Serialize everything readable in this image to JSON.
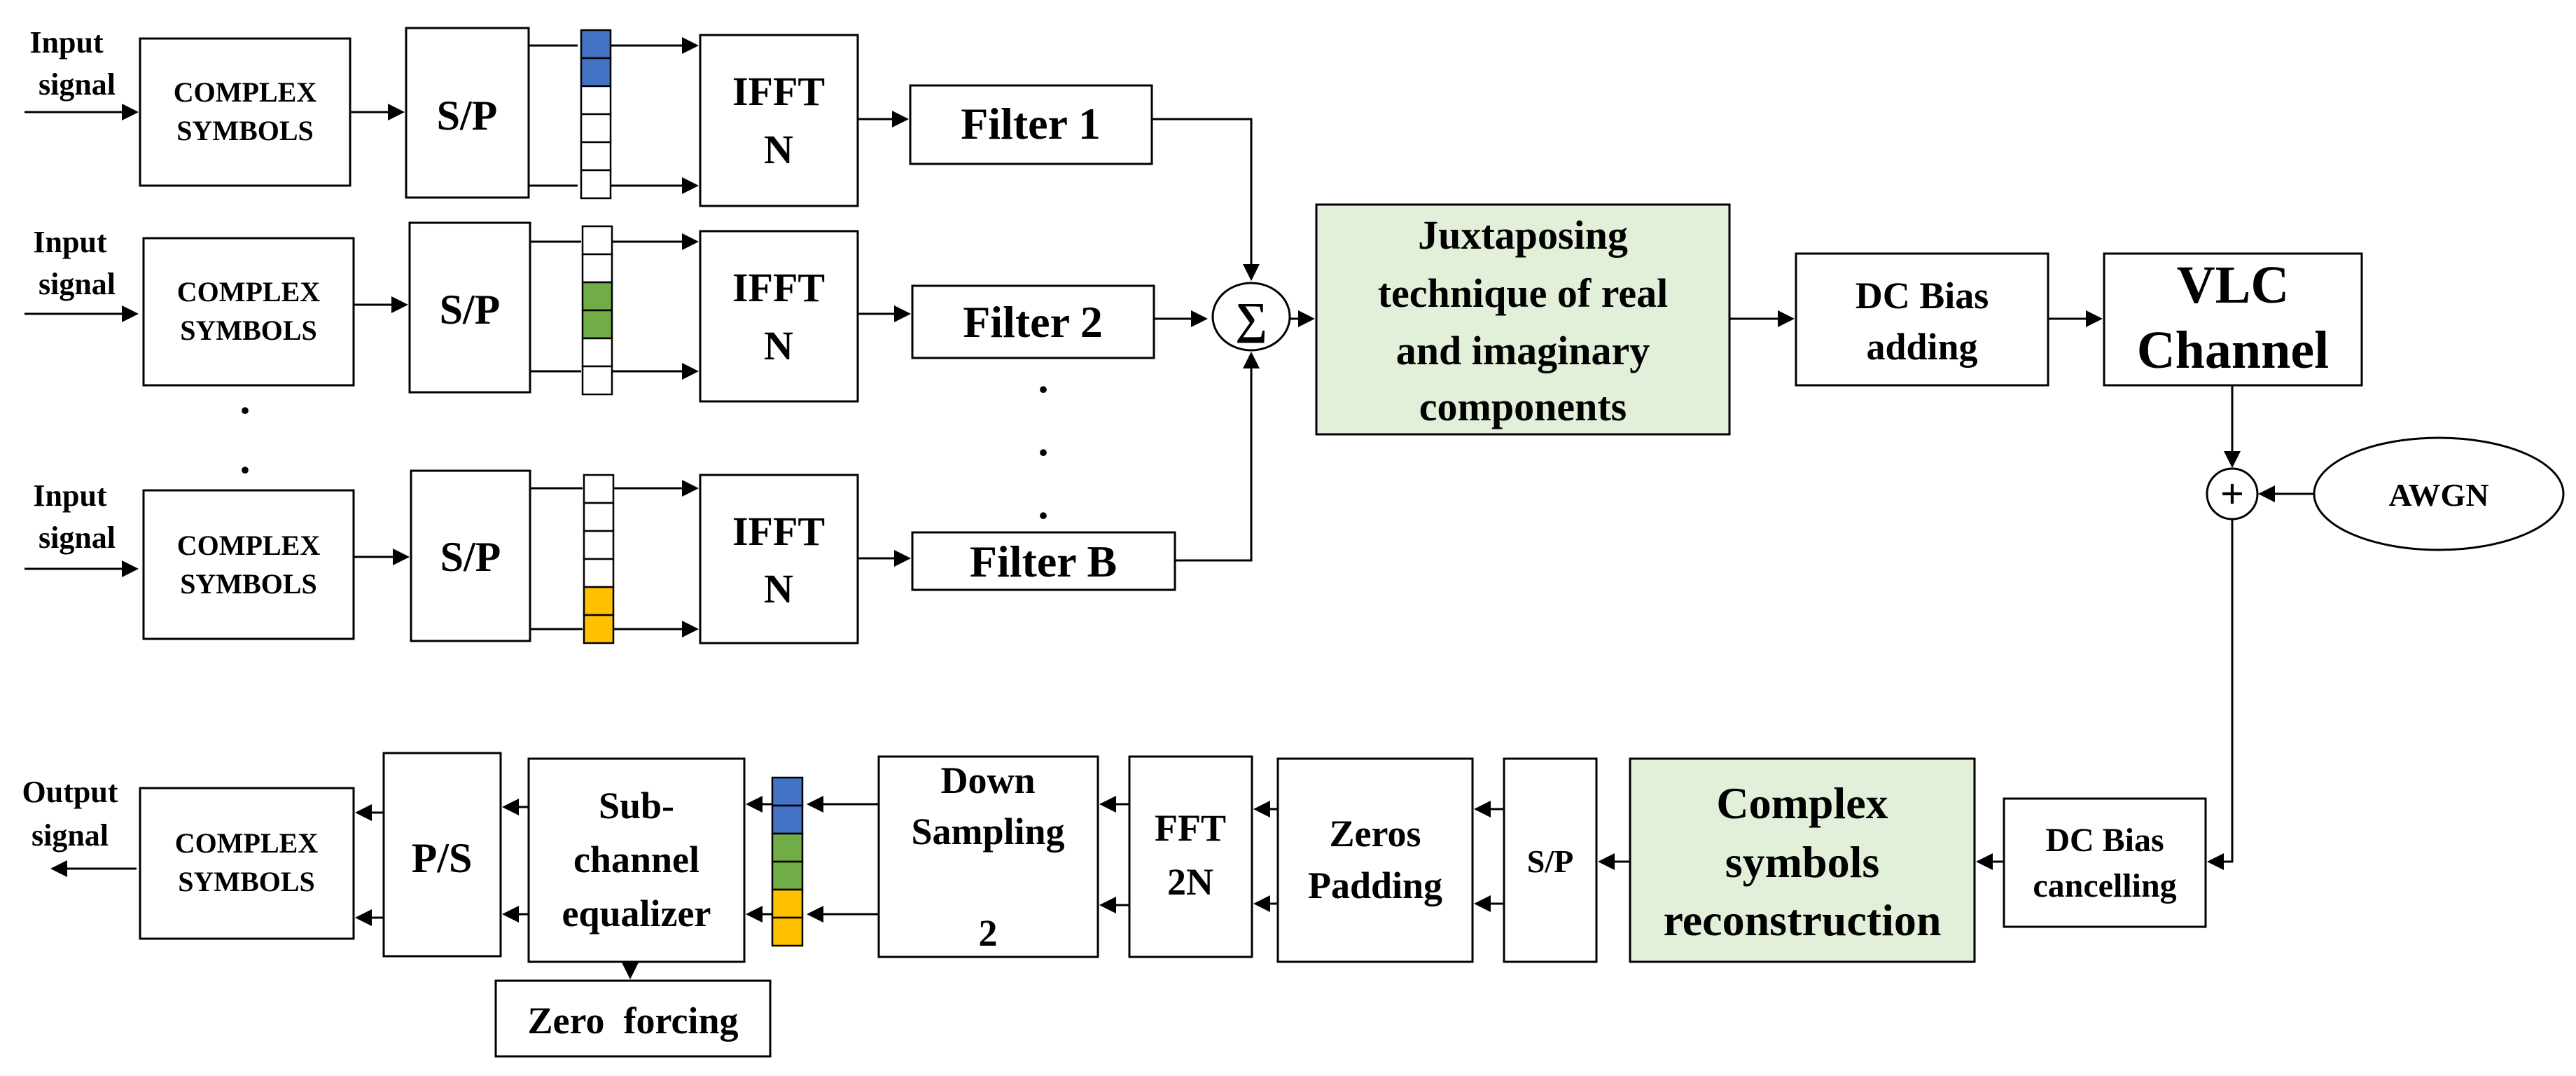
{
  "colors": {
    "highlight_box": "#E2EFD9",
    "cell_blue": "#4472C4",
    "cell_green": "#70AD47",
    "cell_orange": "#FFC000",
    "cell_empty": "#FFFFFF",
    "line": "#000000"
  },
  "transmitter": {
    "branches": [
      {
        "input_label_1": "Input",
        "input_label_2": "signal",
        "symbols_1": "COMPLEX",
        "symbols_2": "SYMBOLS",
        "sp": "S/P",
        "ifft_1": "IFFT",
        "ifft_2": "N",
        "filter": "Filter 1",
        "filled_cells": [
          0,
          1
        ],
        "cell_color": "cell_blue"
      },
      {
        "input_label_1": "Input",
        "input_label_2": "signal",
        "symbols_1": "COMPLEX",
        "symbols_2": "SYMBOLS",
        "sp": "S/P",
        "ifft_1": "IFFT",
        "ifft_2": "N",
        "filter": "Filter 2",
        "filled_cells": [
          2,
          3
        ],
        "cell_color": "cell_green"
      },
      {
        "input_label_1": "Input",
        "input_label_2": "signal",
        "symbols_1": "COMPLEX",
        "symbols_2": "SYMBOLS",
        "sp": "S/P",
        "ifft_1": "IFFT",
        "ifft_2": "N",
        "filter": "Filter B",
        "filled_cells": [
          4,
          5
        ],
        "cell_color": "cell_orange"
      }
    ],
    "ellipsis": ".",
    "sum_symbol": "∑",
    "juxtaposing": [
      "Juxtaposing",
      "technique of real",
      "and imaginary",
      "components"
    ],
    "dc_bias_adding": [
      "DC Bias",
      "adding"
    ],
    "vlc_channel": [
      "VLC",
      "Channel"
    ],
    "plus_symbol": "+",
    "awgn": "AWGN"
  },
  "receiver": {
    "dc_bias_cancelling": [
      "DC Bias",
      "cancelling"
    ],
    "reconstruction": [
      "Complex",
      "symbols",
      "reconstruction"
    ],
    "sp": "S/P",
    "zeros_padding": [
      "Zeros",
      "Padding"
    ],
    "fft": [
      "FFT",
      "2N"
    ],
    "down_sampling": [
      "Down",
      "Sampling"
    ],
    "down_factor": "2",
    "equalizer": [
      "Sub-",
      "channel",
      "equalizer"
    ],
    "zero_forcing": "Zero  forcing",
    "ps": "P/S",
    "symbols": [
      "COMPLEX",
      "SYMBOLS"
    ],
    "output_label": [
      "Output",
      "signal"
    ]
  }
}
